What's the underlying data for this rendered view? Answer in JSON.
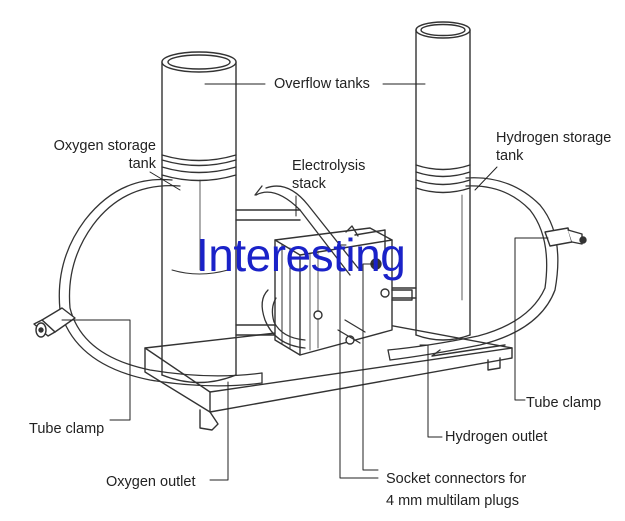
{
  "labels": {
    "overflow_tanks": "Overflow tanks",
    "oxygen_storage_tank": [
      "Oxygen storage",
      "tank"
    ],
    "hydrogen_storage_tank": [
      "Hydrogen storage",
      "tank"
    ],
    "electrolysis_stack": [
      "Electrolysis",
      "stack"
    ],
    "tube_clamp_left": "Tube clamp",
    "tube_clamp_right": "Tube clamp",
    "hydrogen_outlet": "Hydrogen outlet",
    "oxygen_outlet": "Oxygen outlet",
    "socket_connectors": [
      "Socket connectors for",
      "4 mm multilam plugs"
    ]
  },
  "watermark": "Interesting"
}
